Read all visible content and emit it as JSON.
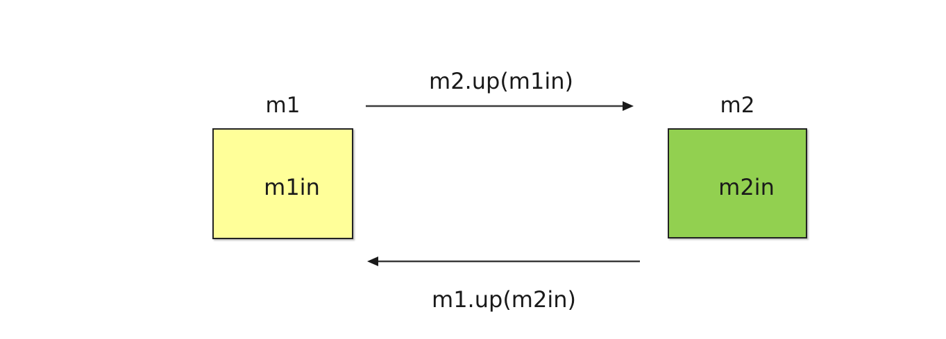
{
  "diagram": {
    "background": "#ffffff",
    "modules": [
      {
        "title": "m1",
        "content": "m1in",
        "fill": "#ffff99",
        "border": "#222222"
      },
      {
        "title": "m2",
        "content": "m2in",
        "fill": "#92d050",
        "border": "#222222"
      }
    ],
    "arrows": [
      {
        "label": "m2.up(m1in)",
        "direction": "right"
      },
      {
        "label": "m1.up(m2in)",
        "direction": "left"
      }
    ],
    "colors": {
      "arrow_line": "#3a3a3a",
      "arrow_head": "#1a1a1a",
      "text": "#1a1a1a"
    }
  }
}
